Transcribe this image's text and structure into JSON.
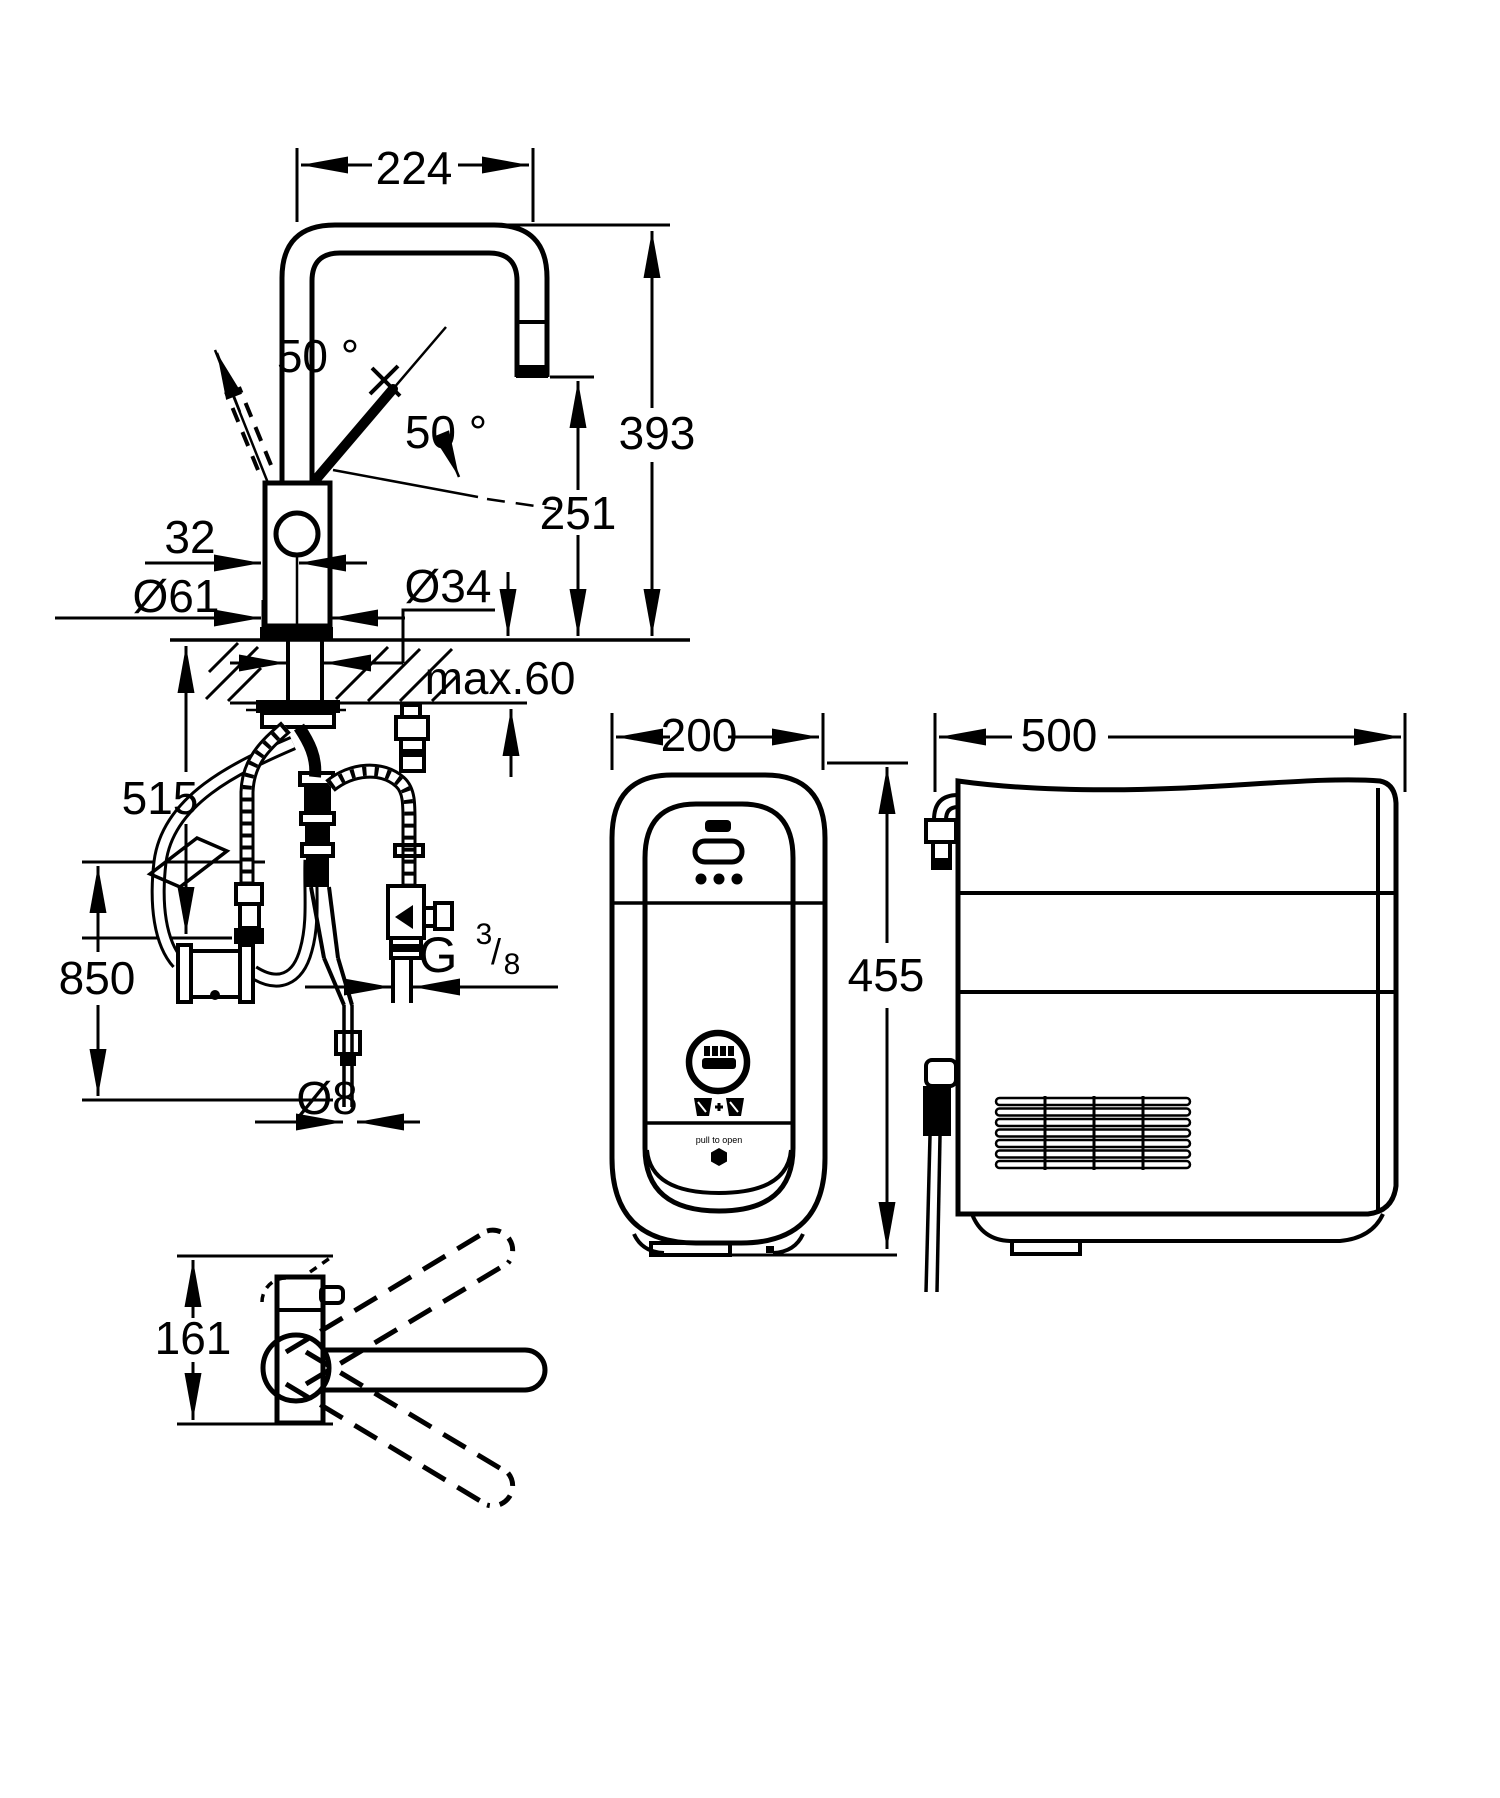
{
  "drawing": {
    "title": "faucet-and-cooler-dimension-drawing",
    "background_color": "#ffffff",
    "line_color": "#000000",
    "faucet_front_view": {
      "dim_spout_reach": "224",
      "dim_angle_left": "50 °",
      "dim_angle_right": "50 °",
      "dim_height_total": "393",
      "dim_height_outlet": "251",
      "dim_body_offset": "32",
      "dim_base_diameter": "Ø61",
      "dim_shank_diameter": "Ø34",
      "dim_deck_thickness": "max.60",
      "dim_hose_length_short": "515",
      "dim_hose_length_long": "850",
      "thread_label": {
        "prefix": "G",
        "numerator": "3",
        "slash": "/",
        "denominator": "8"
      },
      "dim_small_hose_diameter": "Ø8"
    },
    "faucet_top_view": {
      "dim_body_depth": "161"
    },
    "cooler_front_view": {
      "dim_width": "200",
      "dim_height": "455",
      "label_pull_to_open": "pull to open",
      "icons": [
        "led-bar-icon",
        "display-pill-icon",
        "status-dots-icon",
        "filter-ring-icon",
        "two-cups-icon",
        "pull-knob-icon"
      ]
    },
    "cooler_side_view": {
      "dim_width": "500",
      "icons": [
        "vent-grille-icon",
        "water-elbow-connector-icon",
        "power-plug-icon"
      ]
    }
  }
}
